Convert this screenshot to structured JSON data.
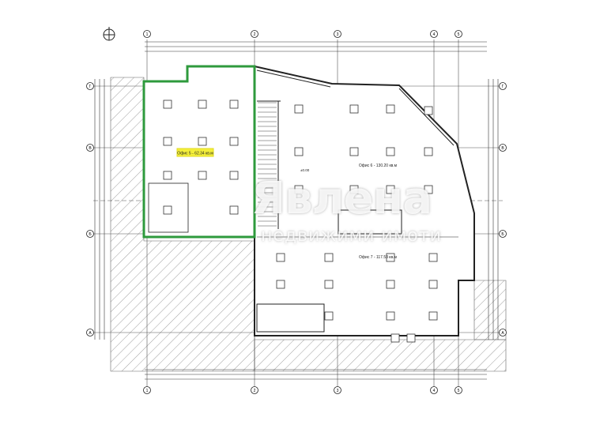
{
  "plan": {
    "north_arrow": "north-arrow",
    "grid_columns": [
      "1",
      "2",
      "3",
      "4",
      "5"
    ],
    "grid_rows": [
      "Г",
      "В",
      "Б",
      "А"
    ],
    "offices": [
      {
        "label": "Офис 5 - 62.34 кв.м",
        "highlighted": true,
        "highlight_color": "#f4ef3a"
      },
      {
        "label": "Офис 6 - 130.20 кв.м",
        "highlighted": false
      },
      {
        "label": "Офис 7 - 117.53 кв.м",
        "highlighted": false
      }
    ],
    "level_mark": "±0.00",
    "selection_outline_color": "#2e9a3c"
  },
  "watermark": {
    "main": "Явлена",
    "sub": "недвижими имоти"
  }
}
